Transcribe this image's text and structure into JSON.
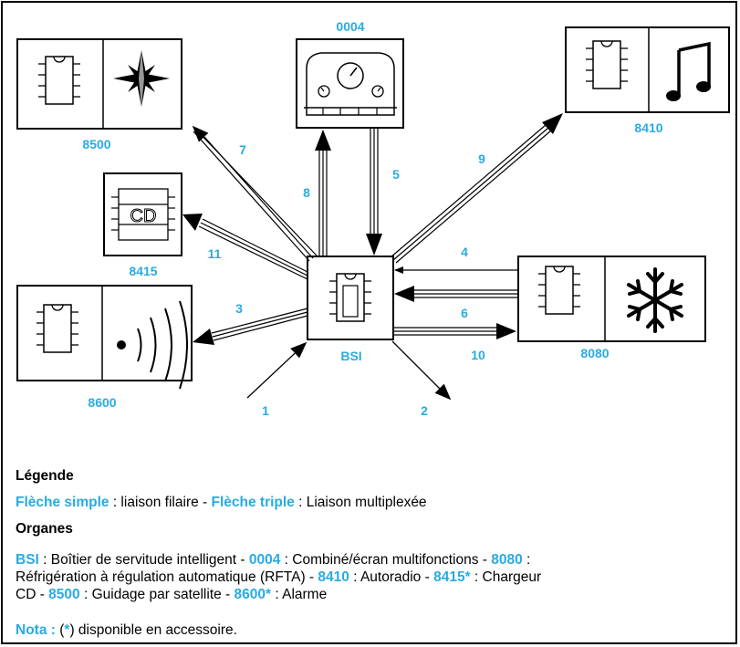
{
  "modules": {
    "m0004": "0004",
    "m8410": "8410",
    "m8500": "8500",
    "m8415": "8415",
    "m8600": "8600",
    "m8080": "8080",
    "bsi": "BSI"
  },
  "links": {
    "l1": "1",
    "l2": "2",
    "l3": "3",
    "l4": "4",
    "l5": "5",
    "l6": "6",
    "l7": "7",
    "l8": "8",
    "l9": "9",
    "l10": "10",
    "l11": "11"
  },
  "legend": {
    "title": "Légende",
    "simple_term": "Flèche simple",
    "simple_def": " : liaison filaire - ",
    "triple_term": "Flèche triple",
    "triple_def": " : Liaison multiplexée"
  },
  "organes": {
    "title": "Organes",
    "k1": "BSI",
    "v1": " : Boîtier de servitude intelligent - ",
    "k2": "0004",
    "v2": " : Combiné/écran multifonctions - ",
    "k3": "8080",
    "v3": " :",
    "v3b": "Réfrigération à régulation automatique (RFTA) - ",
    "k4": "8410",
    "v4": " : Autoradio - ",
    "k5": "8415*",
    "v5": " : Chargeur",
    "v5b": "CD - ",
    "k6": "8500",
    "v6": " : Guidage par satellite - ",
    "k7": "8600*",
    "v7": " : Alarme"
  },
  "nota": {
    "label": "Nota :",
    "open": " (",
    "star": "*",
    "text": ") disponible en accessoire."
  }
}
